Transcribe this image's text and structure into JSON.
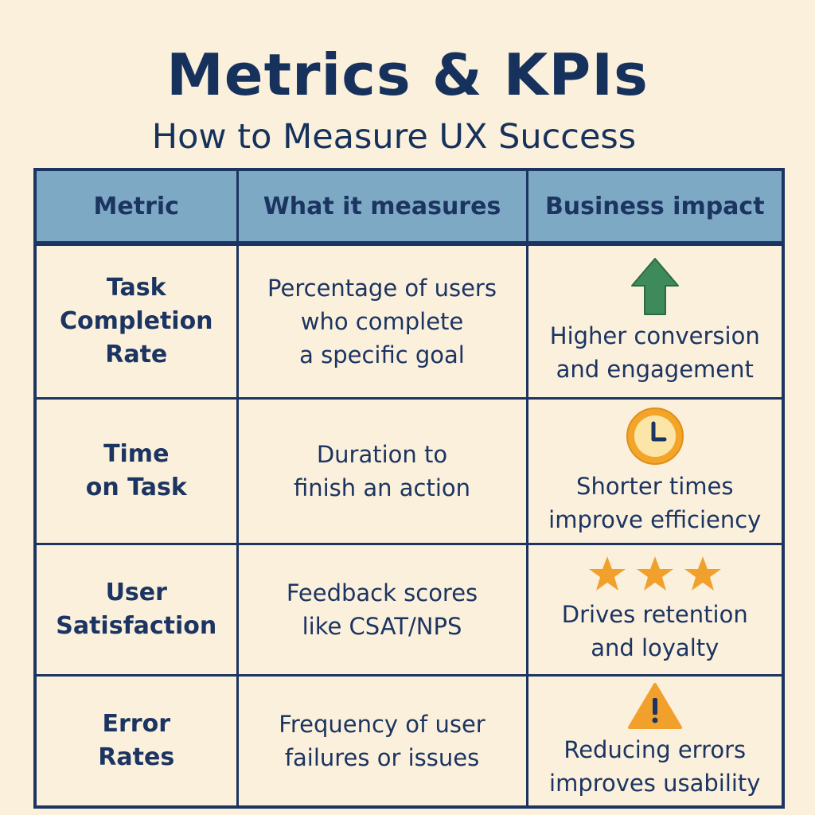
{
  "title": "Metrics & KPIs",
  "subtitle": "How to Measure UX Success",
  "colors": {
    "background": "#fbf0dc",
    "header_fill": "#7ea9c4",
    "border": "#1b3461",
    "arrow_green": "#3f8a5a",
    "clock_orange": "#f3a52a",
    "star_orange": "#f2a02c",
    "warning_orange": "#f2a02c"
  },
  "table": {
    "headers": [
      "Metric",
      "What it measures",
      "Business impact"
    ],
    "rows": [
      {
        "metric": "Task\nCompletion\nRate",
        "measures": "Percentage of users\nwho complete\na specific goal",
        "impact": "Higher conversion\nand engagement",
        "icon": "up-arrow-icon"
      },
      {
        "metric": "Time\non Task",
        "measures": "Duration to\nfinish an action",
        "impact": "Shorter times\nimprove efficiency",
        "icon": "clock-icon"
      },
      {
        "metric": "User\nSatisfaction",
        "measures": "Feedback scores\nlike CSAT/NPS",
        "impact": "Drives retention\nand loyalty",
        "icon": "three-stars-icon"
      },
      {
        "metric": "Error\nRates",
        "measures": "Frequency of user\nfailures or issues",
        "impact": "Reducing errors\nimproves usability",
        "icon": "warning-icon"
      }
    ]
  }
}
